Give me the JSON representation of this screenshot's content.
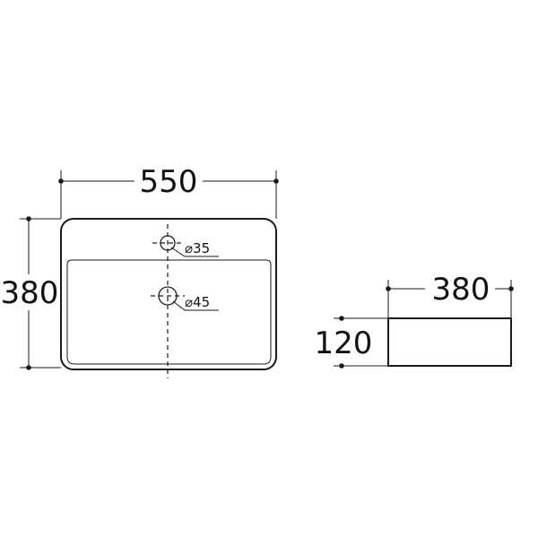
{
  "top_view": {
    "width_label": "550",
    "height_label": "380",
    "hole_small_label": "⌀35",
    "hole_large_label": "⌀45"
  },
  "side_view": {
    "width_label": "380",
    "height_label": "120"
  }
}
